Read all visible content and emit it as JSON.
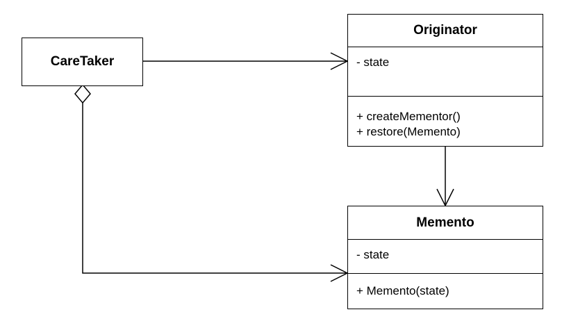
{
  "classes": {
    "caretaker": {
      "name": "CareTaker"
    },
    "originator": {
      "name": "Originator",
      "attributes": [
        "- state"
      ],
      "methods": [
        "+ createMementor()",
        "+ restore(Memento)"
      ]
    },
    "memento": {
      "name": "Memento",
      "attributes": [
        "- state"
      ],
      "methods": [
        "+ Memento(state)"
      ]
    }
  },
  "relationships": [
    {
      "from": "CareTaker",
      "to": "Originator",
      "type": "association",
      "arrow": "open"
    },
    {
      "from": "CareTaker",
      "to": "Memento",
      "type": "aggregation",
      "arrow": "open"
    },
    {
      "from": "Originator",
      "to": "Memento",
      "type": "association",
      "arrow": "open"
    }
  ],
  "colors": {
    "stroke": "#000000",
    "background": "#ffffff"
  }
}
